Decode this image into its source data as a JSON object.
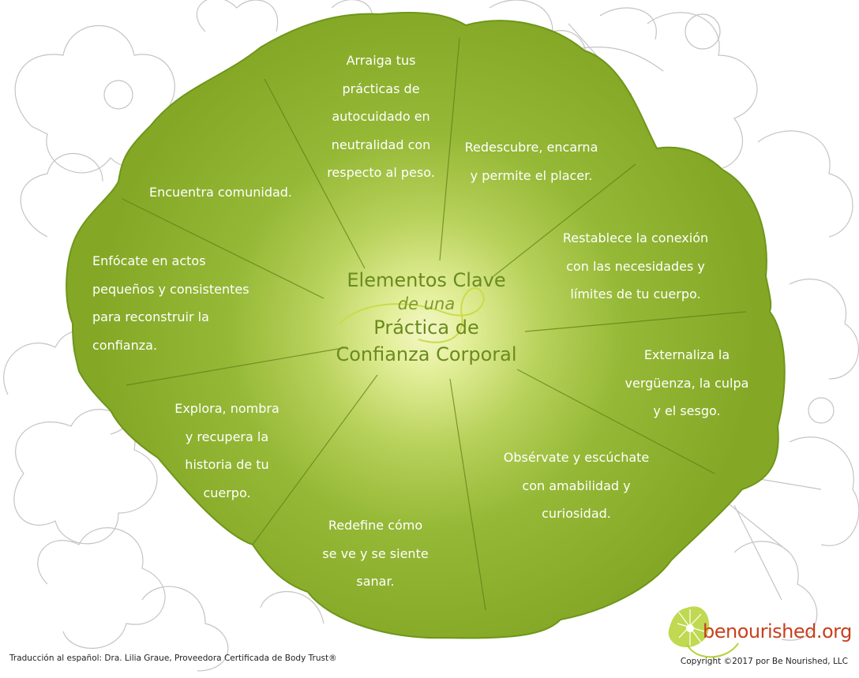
{
  "center_title": {
    "line1": "Elementos Clave",
    "line2": "de una",
    "line3": "Práctica de",
    "line4": "Confianza Corporal"
  },
  "segments": [
    {
      "lines": [
        "Arraiga tus",
        "prácticas de",
        "autocuidado en",
        "neutralidad con",
        "respecto al peso."
      ]
    },
    {
      "lines": [
        "Redescubre, encarna",
        "y permite el placer."
      ]
    },
    {
      "lines": [
        "Restablece la conexión",
        "con las necesidades y",
        "límites de tu cuerpo."
      ]
    },
    {
      "lines": [
        "Externaliza la",
        "vergüenza, la culpa",
        "y el sesgo."
      ]
    },
    {
      "lines": [
        "Obsérvate y escúchate",
        "con amabilidad y",
        "curiosidad."
      ]
    },
    {
      "lines": [
        "Redefine cómo",
        "se ve y se siente",
        "sanar."
      ]
    },
    {
      "lines": [
        "Explora, nombra",
        "y recupera la",
        "historia de tu",
        "cuerpo."
      ]
    },
    {
      "lines": [
        "Enfócate en actos",
        "pequeños y consistentes",
        "para reconstruir la",
        "confianza."
      ]
    },
    {
      "lines": [
        "Encuentra comunidad."
      ]
    }
  ],
  "footer": {
    "translation": "Traducción al español: Dra. Lilia Graue, Proveedora Certificada de Body Trust®",
    "copyright": "Copyright ©2017 por Be Nourished, LLC"
  },
  "brand": {
    "name": "benourished.org"
  },
  "colors": {
    "blob": "#8bb12a",
    "blob_edge": "#6e961a",
    "center_glow": "#f3f7c8",
    "divider": "#5f7f16",
    "title": "#6b8a1f",
    "brand_text": "#c8401e",
    "brand_logo": "#b4d233",
    "petal_outline": "#bdbdbd"
  },
  "icons": [
    "background-flower-outlines",
    "benourished-logo-icon"
  ]
}
